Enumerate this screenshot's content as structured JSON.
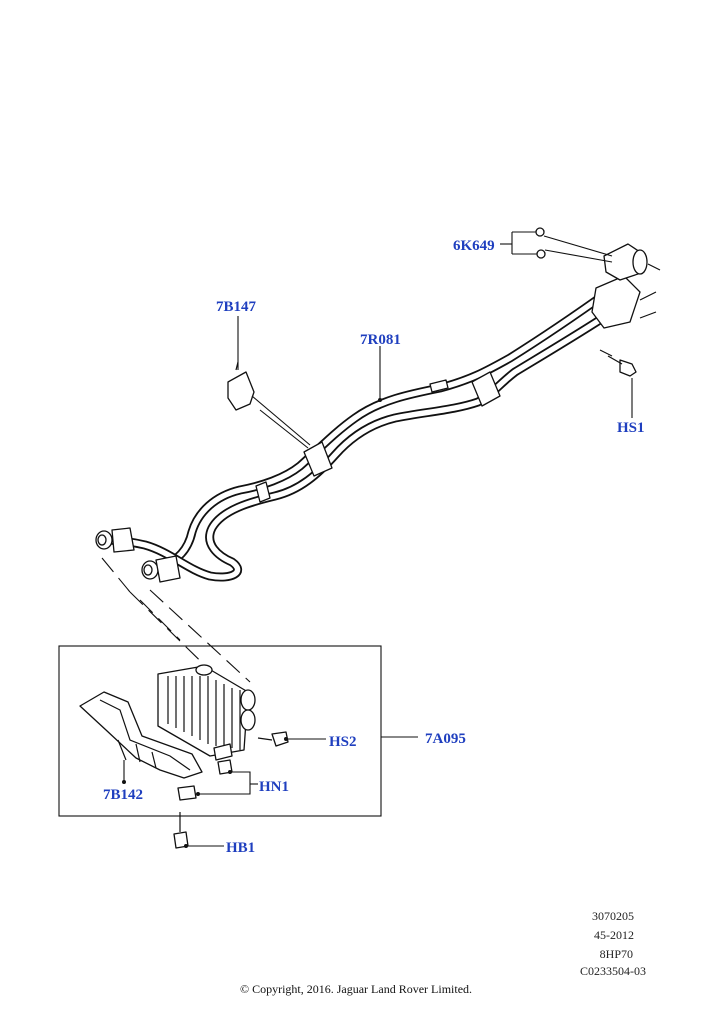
{
  "diagram": {
    "labels": {
      "p_6K649": "6K649",
      "p_7B147": "7B147",
      "p_7R081": "7R081",
      "p_HS1": "HS1",
      "p_7A095": "7A095",
      "p_HS2": "HS2",
      "p_HN1": "HN1",
      "p_7B142": "7B142",
      "p_HB1": "HB1"
    },
    "label_color": "#1f3fbf"
  },
  "reference": {
    "line1": "3070205",
    "line2": "45-2012",
    "line3": "8HP70",
    "line4": "C0233504-03"
  },
  "copyright": "© Copyright, 2016. Jaguar Land Rover Limited."
}
